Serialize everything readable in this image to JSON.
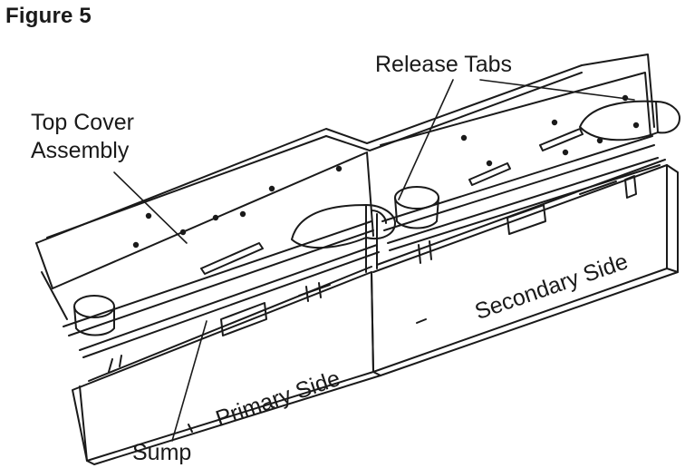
{
  "figure": {
    "title": "Figure 5"
  },
  "labels": {
    "release_tabs": "Release Tabs",
    "top_cover_line1": "Top Cover",
    "top_cover_line2": "Assembly",
    "secondary_side": "Secondary Side",
    "primary_side": "Primary Side",
    "sump": "Sump"
  }
}
